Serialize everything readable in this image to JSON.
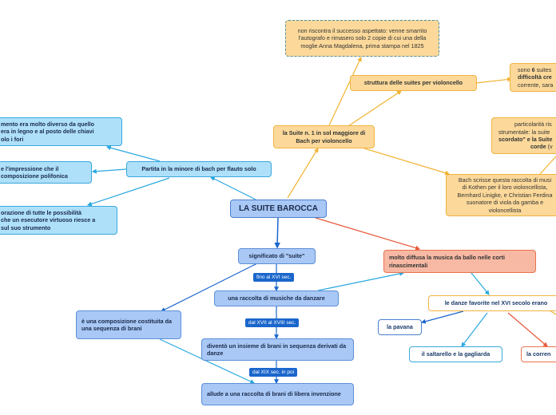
{
  "central": "LA SUITE BAROCCA",
  "nodes": {
    "significato": "significato di \"suite\"",
    "raccolta_danzare": "una raccolta di musiche da danzare",
    "insieme_brani": "diventò un insieme di brani in sequenza derivati da danze",
    "allude": "allude a una raccolta di brani di libera invenzione",
    "composizione": "è una composizione costituita da una sequenza di brani",
    "tag_xvi": "fino al XVI sec.",
    "tag_xvii": "dal XVII al XVIII sec.",
    "tag_xix": "dal XIX sec. in poi",
    "musica_ballo": "molto diffusa la musica da ballo nelle corti rinascimentali",
    "danze_favorite": "le danze favorite nel XVI secolo erano",
    "pavana": "la pavana",
    "saltarello": "il saltarello e la gagliarda",
    "corrente": "la corren",
    "partita": "Partita in la minore di bach per flauto solo",
    "strumento_diverso": "mento era molto diverso da quello\n era in legno e al posto delle chiavi\nolo i fori",
    "impressione": "e l'impressione che il\ncomposizione polifonica",
    "esplorazione": "orazione di tutte le possibilità\nche un esecutore virtuoso riesce a\n sul suo strumento",
    "suite_n1": "la Suite n. 1 in sol maggiore di Bach per violoncello",
    "struttura": "struttura delle suites per violoncello",
    "non_riscontra": "non riscontra il successo aspettato: venne smarrito l'autografo e rimasero solo 2 copie di cui una della moglie Anna Magdalena, prima stampa nel 1825",
    "sono6_a": "sono ",
    "sono6_b": "6",
    "sono6_c": " suites",
    "sono6_line2": "difficoltà cre",
    "sono6_line3": "corrente, sara",
    "particolarita_1": "particolarità ris",
    "particolarita_2": "strumentale: la suite",
    "particolarita_3": "scordato\" e la Suite",
    "particolarita_4": "corde",
    "particolarita_4b": " (v",
    "bach_scrisse": "Bach scrisse questa raccolta di musi\ndi Kothen per il loro violoncellista,\nBernhard Linigke, e Christian Ferdina\nsuonatore di viola da gamba e\nvioloncellista"
  },
  "colors": {
    "blue_link": "#1a66cc",
    "cyan_link": "#2aa8e0",
    "orange_link": "#f2b230",
    "red_link": "#e8583a"
  }
}
